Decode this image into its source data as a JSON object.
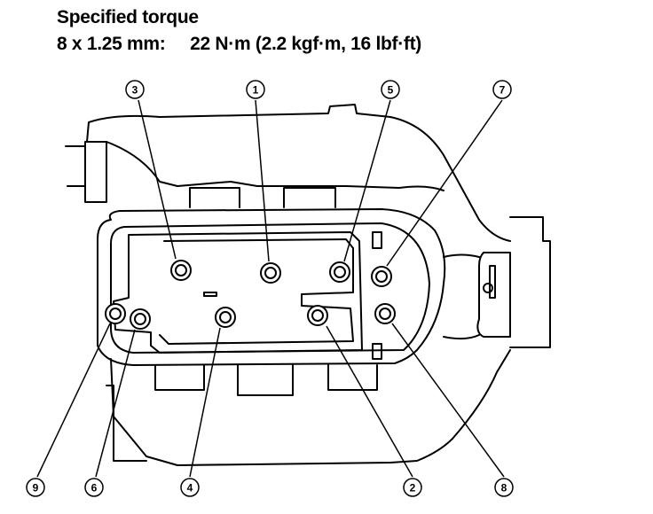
{
  "header": {
    "title": "Specified torque",
    "spec": "8 x 1.25 mm:     22 N·m (2.2 kgf·m, 16 lbf·ft)"
  },
  "callouts": [
    "1",
    "2",
    "3",
    "4",
    "5",
    "6",
    "7",
    "8",
    "9"
  ],
  "colors": {
    "ink": "#000000",
    "paper": "#ffffff"
  }
}
